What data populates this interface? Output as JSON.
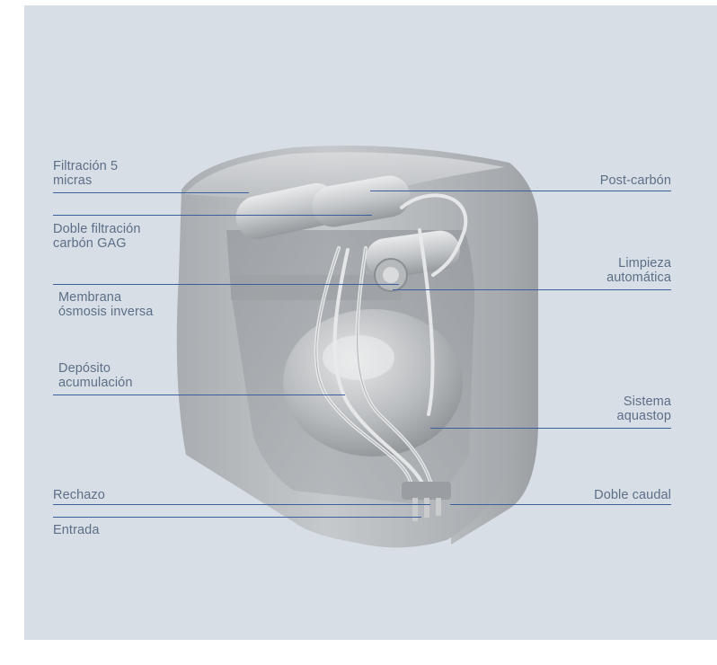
{
  "labels": {
    "filtracion": "Filtración 5\nmicras",
    "doble_carbon": "Doble filtración\ncarbón GAG",
    "membrana": "Membrana\nósmosis inversa",
    "deposito": "Depósito\nacumulación",
    "rechazo": "Rechazo",
    "entrada": "Entrada",
    "post_carbon": "Post-carbón",
    "limpieza": "Limpieza\nautomática",
    "aquastop": "Sistema\naquastop",
    "doble_caudal": "Doble caudal"
  },
  "colors": {
    "background": "#d7dee5",
    "label_text": "#5c6f88",
    "leader_line": "#3b5f9c",
    "housing": "#b9bcbf"
  }
}
